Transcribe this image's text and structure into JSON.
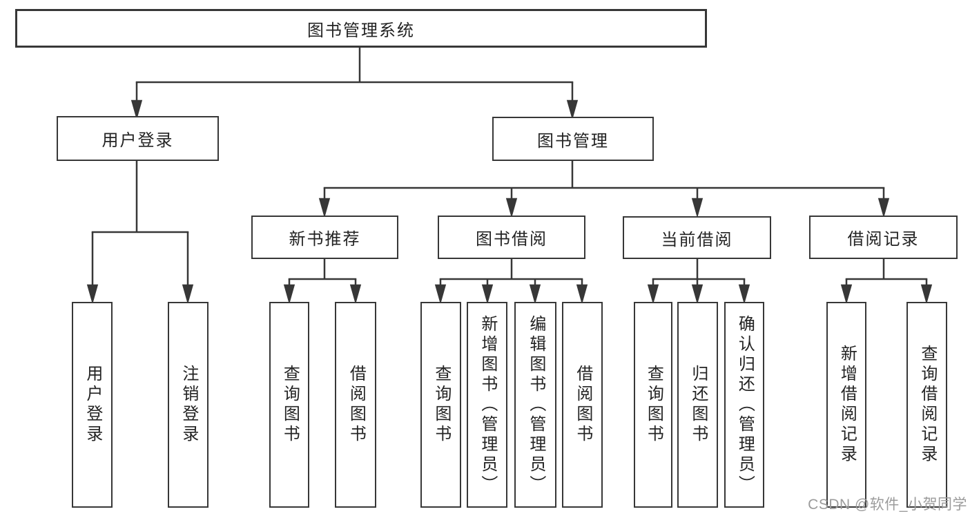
{
  "watermark": "CSDN @软件_小贺同学",
  "colors": {
    "line": "#373737",
    "box_border": "#373737",
    "text": "#232323",
    "watermark_text": "#9b9b9b",
    "background": "#ffffff"
  },
  "tree": {
    "label": "图书管理系统",
    "children": [
      {
        "label": "用户登录",
        "children": [
          {
            "label": "用户登录"
          },
          {
            "label": "注销登录"
          }
        ]
      },
      {
        "label": "图书管理",
        "children": [
          {
            "label": "新书推荐",
            "children": [
              {
                "label": "查询图书"
              },
              {
                "label": "借阅图书"
              }
            ]
          },
          {
            "label": "图书借阅",
            "children": [
              {
                "label": "查询图书"
              },
              {
                "label": "新增图书（管理员）"
              },
              {
                "label": "编辑图书（管理员）"
              },
              {
                "label": "借阅图书"
              }
            ]
          },
          {
            "label": "当前借阅",
            "children": [
              {
                "label": "查询图书"
              },
              {
                "label": "归还图书"
              },
              {
                "label": "确认归还（管理员）"
              }
            ]
          },
          {
            "label": "借阅记录",
            "children": [
              {
                "label": "新增借阅记录"
              },
              {
                "label": "查询借阅记录"
              }
            ]
          }
        ]
      }
    ]
  }
}
